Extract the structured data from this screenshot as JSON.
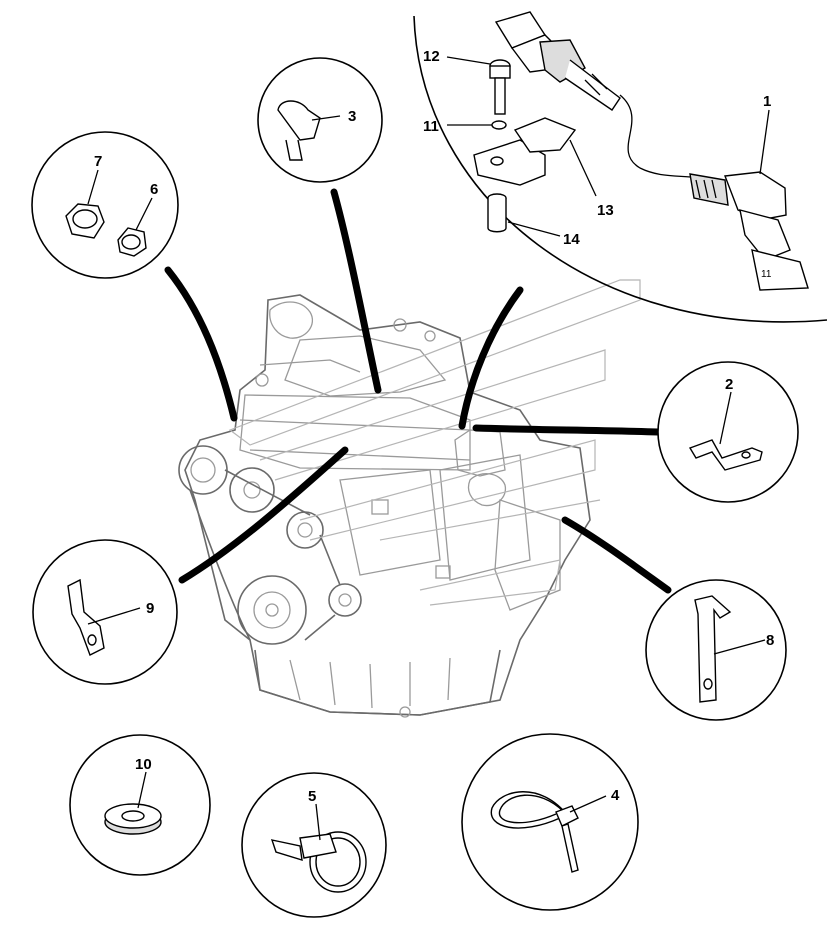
{
  "callouts": {
    "c1": "1",
    "c2": "2",
    "c3": "3",
    "c4": "4",
    "c5": "5",
    "c6": "6",
    "c7": "7",
    "c8": "8",
    "c9": "9",
    "c10": "10",
    "c11": "11",
    "c12": "12",
    "c13": "13",
    "c14": "14"
  },
  "sensor_label": "11"
}
